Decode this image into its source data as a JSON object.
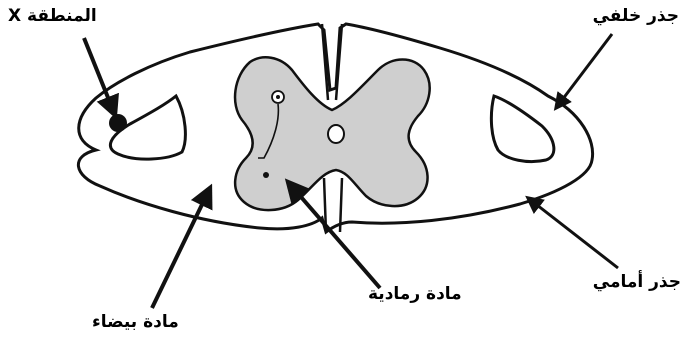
{
  "labels": {
    "zone_x": "المنطقة X",
    "dorsal_root": "جذر خلفي",
    "ventral_root": "جذر أمامي",
    "grey_matter": "مادة رمادية",
    "white_matter": "مادة بيضاء"
  },
  "colors": {
    "outline": "#111111",
    "grey_matter_fill": "#cfcfcf",
    "background": "#ffffff"
  }
}
